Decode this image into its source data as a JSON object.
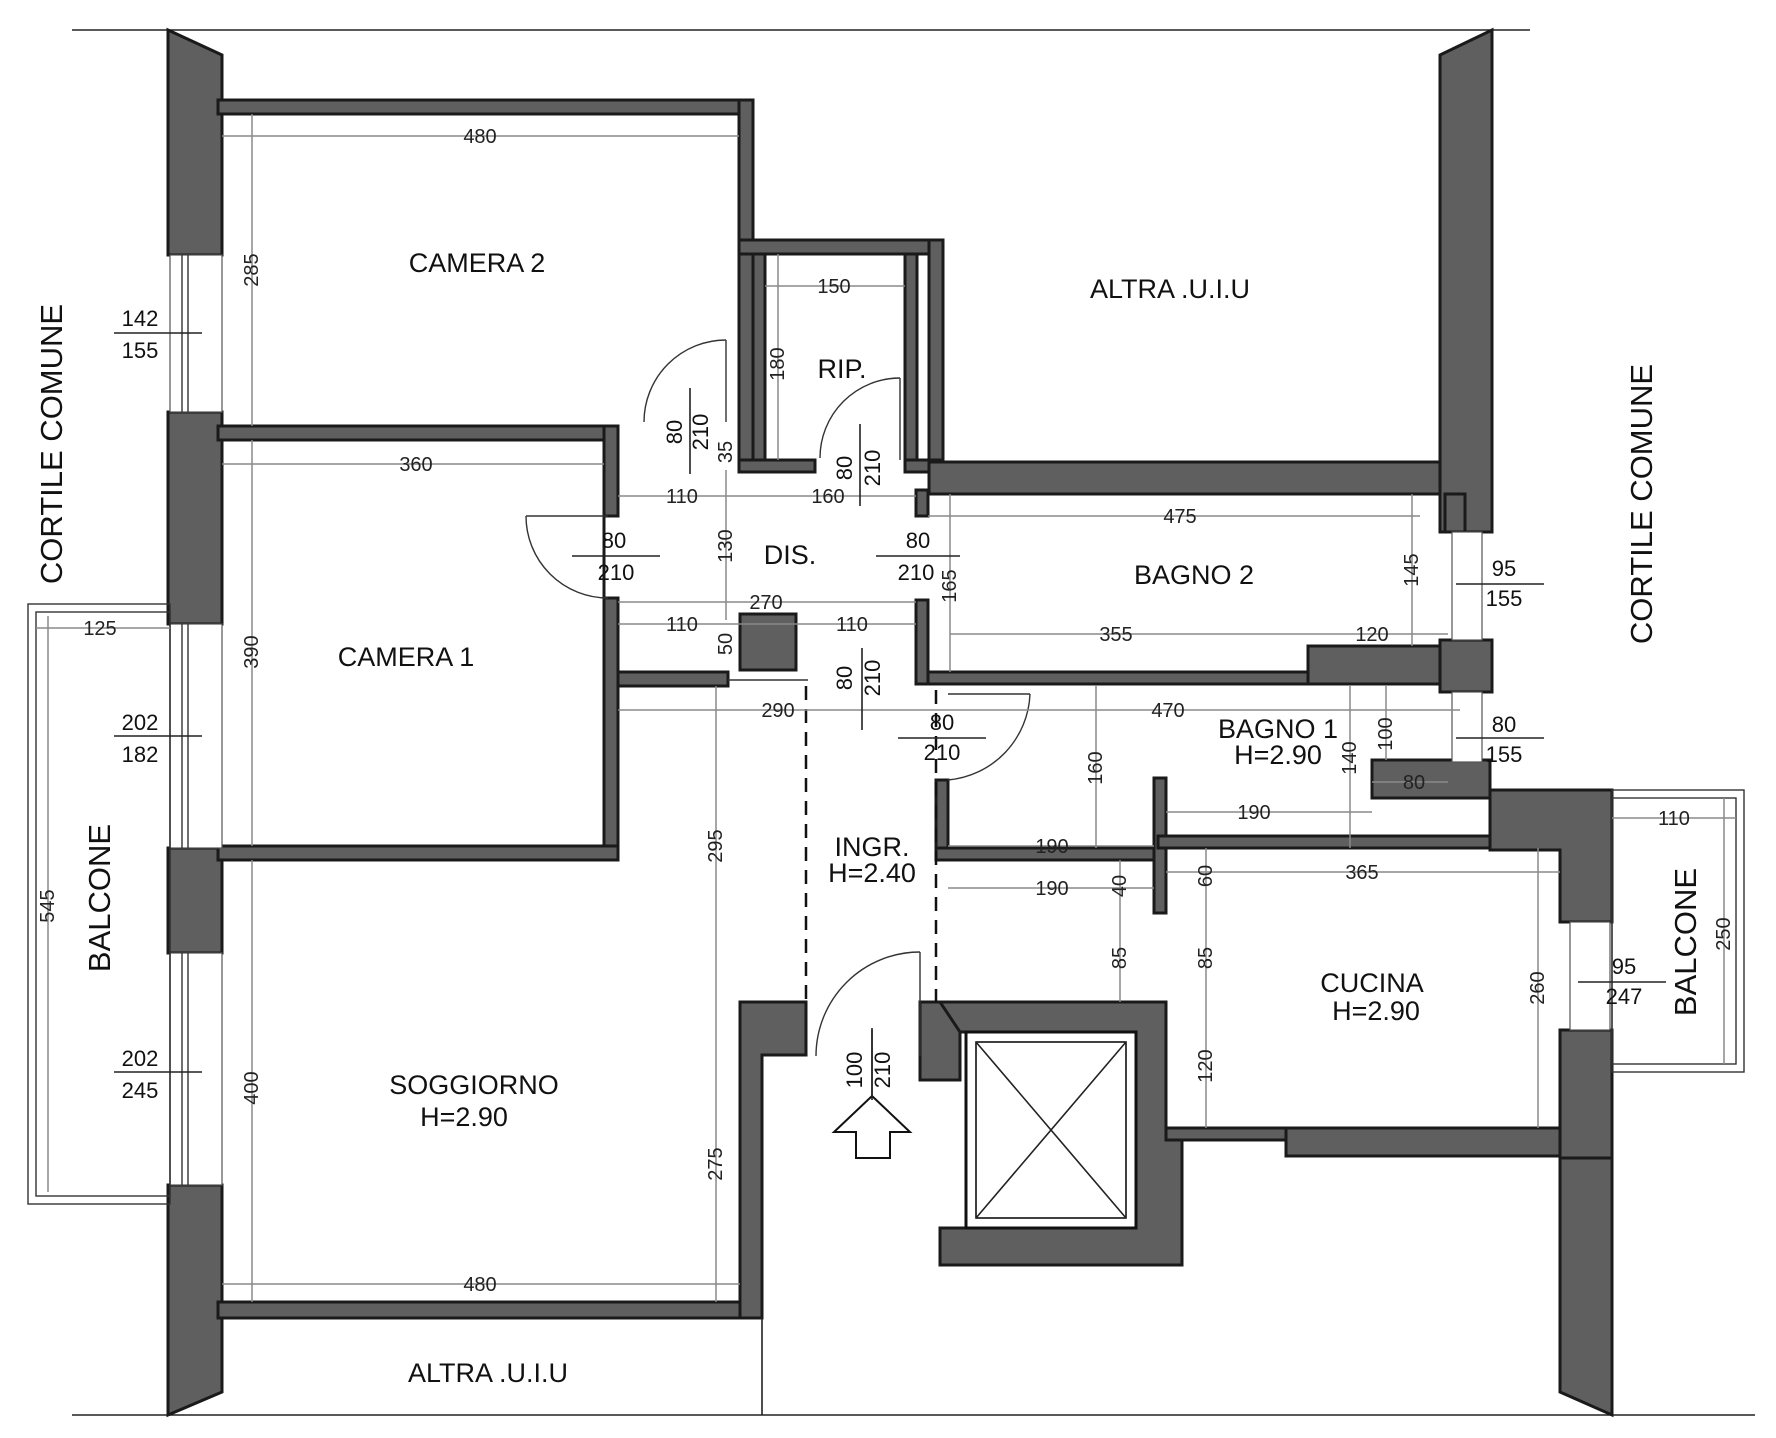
{
  "rooms": {
    "camera2": "CAMERA  2",
    "camera1": "CAMERA  1",
    "rip": "RIP.",
    "dis": "DIS.",
    "altra_top": "ALTRA .U.I.U",
    "altra_bottom": "ALTRA .U.I.U",
    "bagno2": "BAGNO 2",
    "bagno1": "BAGNO 1",
    "bagno1_h": "H=2.90",
    "ingr": "INGR.",
    "ingr_h": "H=2.40",
    "soggiorno": "SOGGIORNO",
    "soggiorno_h": "H=2.90",
    "cucina": "CUCINA",
    "cucina_h": "H=2.90"
  },
  "side_labels": {
    "cortile_left": "CORTILE COMUNE",
    "cortile_right": "CORTILE COMUNE",
    "balcone_left": "BALCONE",
    "balcone_right": "BALCONE"
  },
  "openings": [
    {
      "top": "142",
      "bottom": "155"
    },
    {
      "top": "202",
      "bottom": "182"
    },
    {
      "top": "202",
      "bottom": "245"
    },
    {
      "top": "95",
      "bottom": "155"
    },
    {
      "top": "80",
      "bottom": "155"
    },
    {
      "top": "95",
      "bottom": "247"
    },
    {
      "top": "80",
      "bottom": "210"
    },
    {
      "top": "80",
      "bottom": "210"
    },
    {
      "top": "80",
      "bottom": "210"
    },
    {
      "top": "80",
      "bottom": "210"
    },
    {
      "top": "80",
      "bottom": "210"
    },
    {
      "top": "80",
      "bottom": "210"
    },
    {
      "top": "100",
      "bottom": "210"
    }
  ],
  "dimensions": {
    "cam2_w": "480",
    "cam2_h": "285",
    "rip_w": "150",
    "rip_h": "180",
    "cam1_w": "360",
    "cam1_h": "390",
    "dis_a": "110",
    "dis_b": "160",
    "dis_c": "35",
    "dis_d": "130",
    "dis_e": "270",
    "dis_f": "110",
    "dis_g": "110",
    "dis_h": "50",
    "bagno2_w": "475",
    "bagno2_h": "165",
    "bagno2_a": "355",
    "bagno2_b": "120",
    "bagno2_c": "145",
    "sog_a": "290",
    "sog_b": "295",
    "sog_c": "275",
    "sog_d": "400",
    "sog_w": "480",
    "bal_l_a": "125",
    "bal_l_b": "545",
    "bagno1_w": "470",
    "bagno1_a": "160",
    "bagno1_b": "140",
    "bagno1_c": "100",
    "bagno1_d": "80",
    "bagno1_e": "190",
    "ingr_a": "190",
    "ingr_b": "190",
    "ingr_c": "40",
    "ingr_d": "85",
    "cuc_a": "60",
    "cuc_b": "85",
    "cuc_c": "120",
    "cuc_w": "365",
    "cuc_h": "260",
    "bal_r_a": "110",
    "bal_r_b": "250"
  }
}
